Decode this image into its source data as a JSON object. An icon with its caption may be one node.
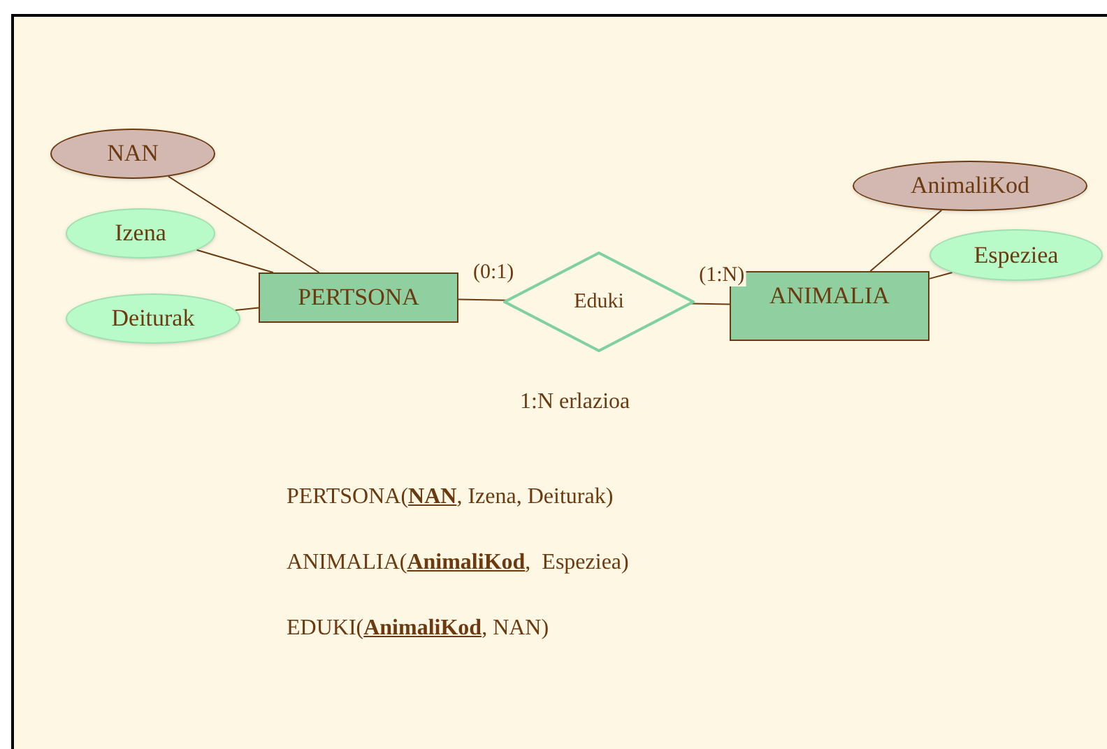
{
  "diagram": {
    "nodes": [
      {
        "text": [
          "NAN"
        ]
      },
      {
        "text": [
          "Izena"
        ]
      },
      {
        "text": [
          "Deiturak"
        ]
      },
      {
        "text": [
          "PERTSONA"
        ]
      },
      {
        "text": [
          "Eduki"
        ]
      },
      {
        "text": [
          "ANIMALIA"
        ]
      },
      {
        "text": [
          "AnimaliKod"
        ]
      },
      {
        "text": [
          "Espeziea"
        ]
      }
    ],
    "edges": [
      {
        "from": 0,
        "to": 3,
        "arrow": "none"
      },
      {
        "from": 1,
        "to": 3,
        "arrow": "none"
      },
      {
        "from": 2,
        "to": 3,
        "arrow": "none"
      },
      {
        "from": 3,
        "to": 4,
        "arrow": "none",
        "label": "(0:1)"
      },
      {
        "from": 4,
        "to": 5,
        "arrow": "none",
        "label": "(1:N)"
      },
      {
        "from": 6,
        "to": 5,
        "arrow": "none"
      },
      {
        "from": 7,
        "to": 5,
        "arrow": "none"
      }
    ],
    "labels": [
      "1:N erlazioa",
      "PERTSONA(**NAN**, Izena, Deiturak)",
      "ANIMALIA(**AnimaliKod**,  Espeziea)",
      "EDUKI(**AnimaliKod**, NAN)"
    ]
  }
}
